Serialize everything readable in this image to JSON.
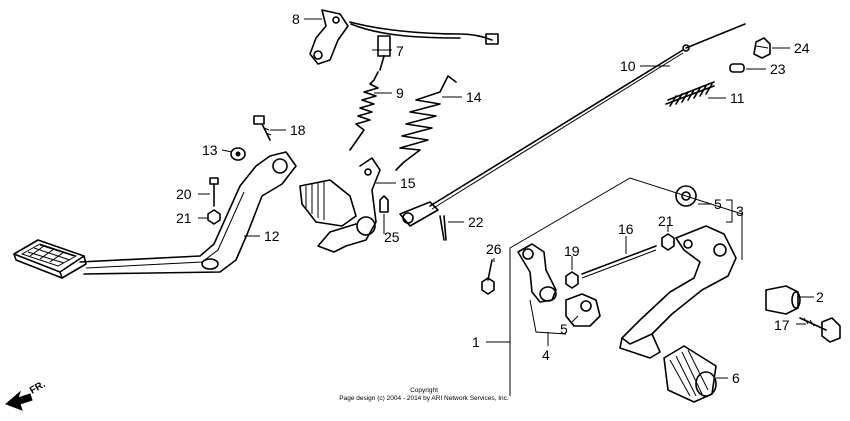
{
  "callouts": [
    {
      "id": "8",
      "text": "8"
    },
    {
      "id": "7",
      "text": "7"
    },
    {
      "id": "9",
      "text": "9"
    },
    {
      "id": "14",
      "text": "14"
    },
    {
      "id": "10",
      "text": "10"
    },
    {
      "id": "24",
      "text": "24"
    },
    {
      "id": "23",
      "text": "23"
    },
    {
      "id": "11",
      "text": "11"
    },
    {
      "id": "18",
      "text": "18"
    },
    {
      "id": "13",
      "text": "13"
    },
    {
      "id": "15",
      "text": "15"
    },
    {
      "id": "20",
      "text": "20"
    },
    {
      "id": "21a",
      "text": "21"
    },
    {
      "id": "12",
      "text": "12"
    },
    {
      "id": "22",
      "text": "22"
    },
    {
      "id": "25",
      "text": "25"
    },
    {
      "id": "5a",
      "text": "5"
    },
    {
      "id": "3",
      "text": "3"
    },
    {
      "id": "21b",
      "text": "21"
    },
    {
      "id": "16",
      "text": "16"
    },
    {
      "id": "26",
      "text": "26"
    },
    {
      "id": "19",
      "text": "19"
    },
    {
      "id": "2",
      "text": "2"
    },
    {
      "id": "17",
      "text": "17"
    },
    {
      "id": "1",
      "text": "1"
    },
    {
      "id": "5b",
      "text": "5"
    },
    {
      "id": "4",
      "text": "4"
    },
    {
      "id": "6",
      "text": "6"
    }
  ],
  "copyright": {
    "line1": "Copyright",
    "line2": "Page design (c) 2004 - 2014 by ARI Network Services, Inc."
  },
  "direction_label": "FR."
}
